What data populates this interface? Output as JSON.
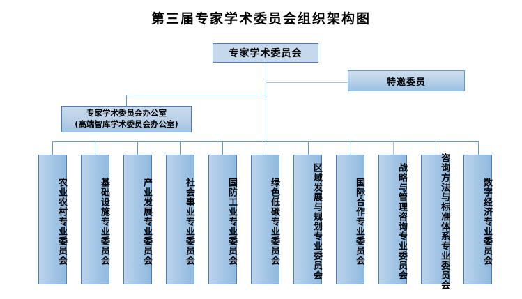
{
  "title": "第三届专家学术委员会组织架构图",
  "nodes": {
    "root": {
      "label": "专家学术委员会"
    },
    "invited": {
      "label": "特邀委员"
    },
    "office": {
      "line1": "专家学术委员会办公室",
      "line2": "(高端智库学术委员会办公室)"
    }
  },
  "committees": [
    {
      "label": "农业农村专业委员会"
    },
    {
      "label": "基础设施专业委员会"
    },
    {
      "label": "产业发展专业委员会"
    },
    {
      "label": "社会事业专业委员会"
    },
    {
      "label": "国防工业专业委员会"
    },
    {
      "label": "绿色低碳专业委员会"
    },
    {
      "label": "区域发展与规划专业委员会"
    },
    {
      "label": "国际合作专业委员会"
    },
    {
      "label": "战略与管理咨询专业委员会"
    },
    {
      "label": "咨询方法与标准体系专业委员会"
    },
    {
      "label": "数字经济专业委员会"
    }
  ],
  "colors": {
    "box_fill_light": "#c6d9ec",
    "box_fill_mid": "#a8c8e6",
    "box_fill_dark": "#8fb9e0",
    "border": "#4a7ebb",
    "connector": "#5b9bd5",
    "connector_pale": "#9dc3e6",
    "text": "#000000",
    "background": "#ffffff"
  }
}
